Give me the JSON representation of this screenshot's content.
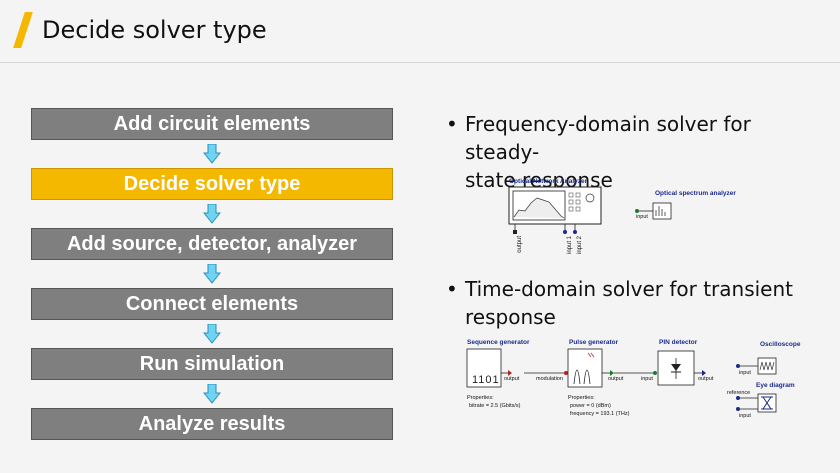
{
  "title": "Decide solver type",
  "flow": {
    "steps": [
      {
        "label": "Add circuit elements",
        "active": false
      },
      {
        "label": "Decide  solver type",
        "active": true
      },
      {
        "label": "Add source, detector, analyzer",
        "active": false
      },
      {
        "label": "Connect elements",
        "active": false
      },
      {
        "label": "Run simulation",
        "active": false
      },
      {
        "label": "Analyze results",
        "active": false
      }
    ]
  },
  "bullets": [
    {
      "marker": "•",
      "line1": "Frequency-domain solver for steady-",
      "line2": "state response"
    },
    {
      "marker": "•",
      "line1": "Time-domain solver for transient",
      "line2": "response"
    }
  ],
  "frequency_figure": {
    "ona_label": "Optical Network Analyzer",
    "ona_ports": [
      "output",
      "input 1",
      "input 2"
    ],
    "osa_label": "Optical spectrum analyzer",
    "osa_port": "input"
  },
  "time_figure": {
    "seq_label": "Sequence generator",
    "seq_bits": "1101",
    "seq_port": "output",
    "seq_props_title": "Properties:",
    "seq_props": "bitrate = 2.5 (Gbits/s)",
    "pulse_label": "Pulse generator",
    "pulse_in": "modulation",
    "pulse_out": "output",
    "pulse_props_title": "Properties:",
    "pulse_prop1": "power = 0 (dBm)",
    "pulse_prop2": "frequency = 193.1 (THz)",
    "pin_label": "PIN detector",
    "pin_in": "input",
    "pin_out": "output",
    "osc_label": "Oscilloscope",
    "osc_in": "input",
    "eye_label": "Eye diagram",
    "eye_ref": "reference",
    "eye_in": "input"
  },
  "colors": {
    "accent": "#f5b800",
    "step_gray": "#7f7f7f",
    "arrow_fill": "#6fd3f2",
    "arrow_stroke": "#2a8fbd",
    "background": "#f4f4f4"
  }
}
